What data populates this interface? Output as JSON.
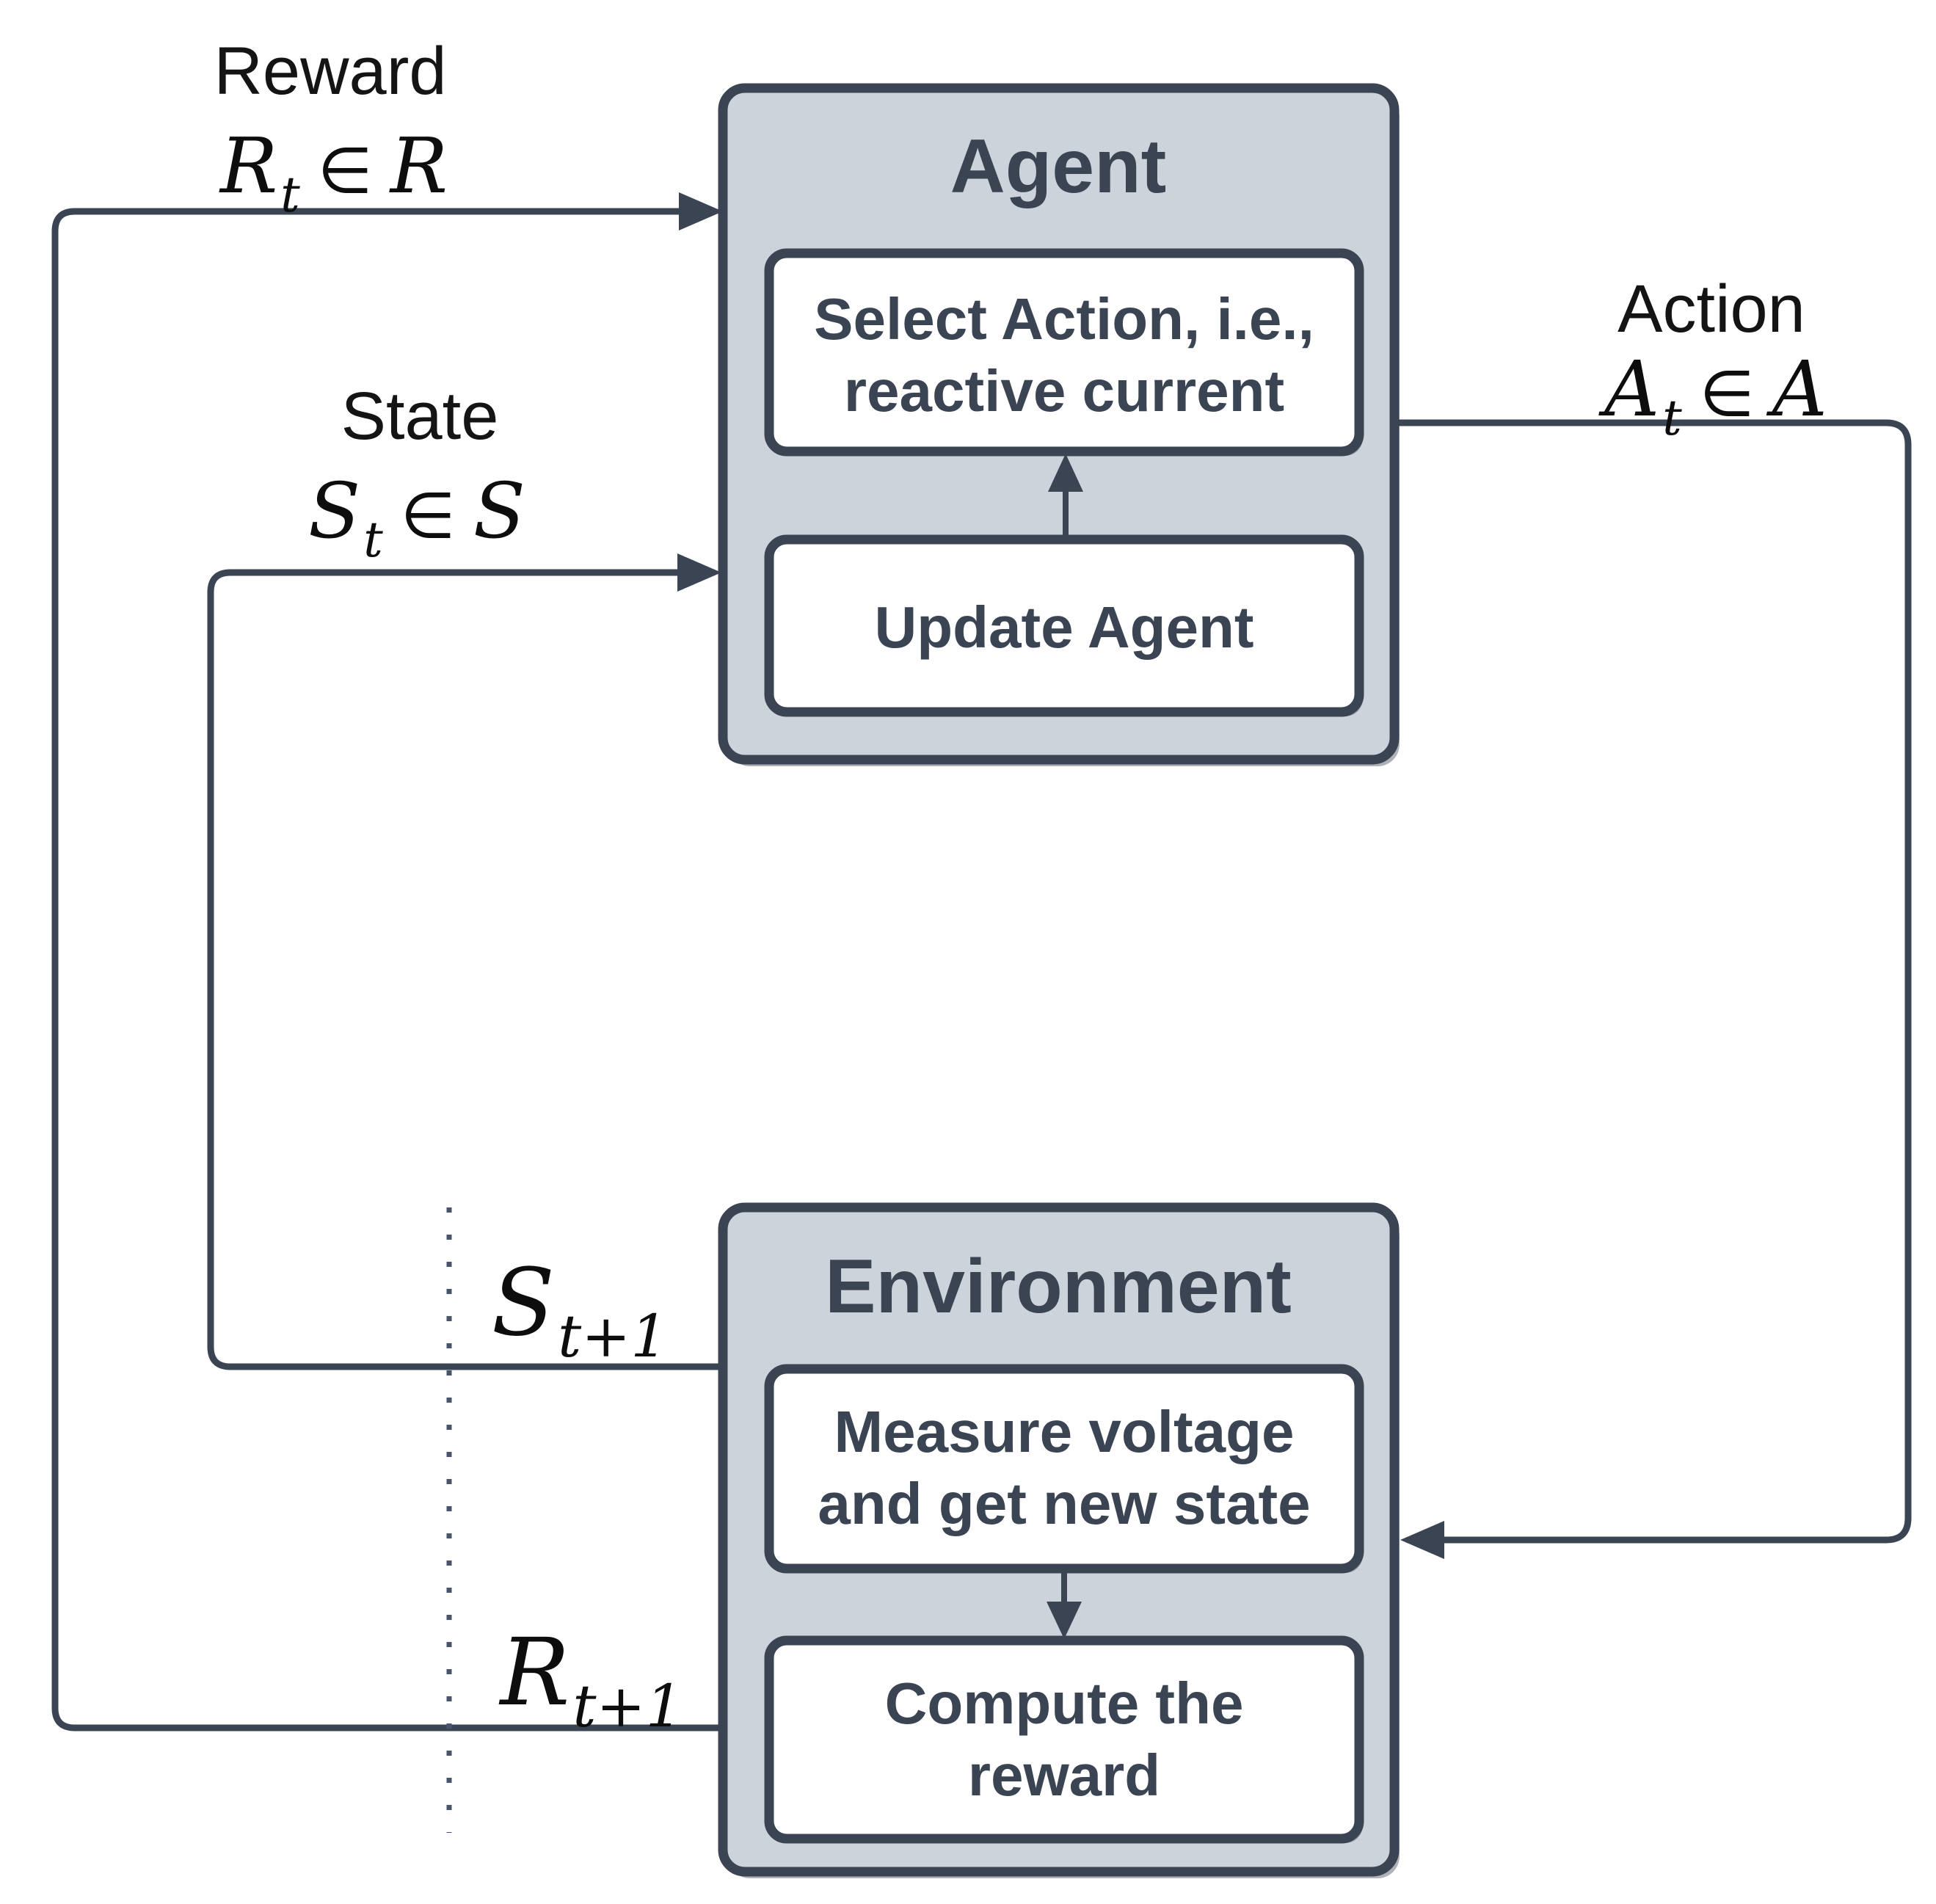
{
  "diagram": {
    "agent": {
      "title": "Agent",
      "select_action_line1": "Select Action, i.e.,",
      "select_action_line2": "reactive current",
      "update_agent": "Update Agent"
    },
    "environment": {
      "title": "Environment",
      "measure_line1": "Measure voltage",
      "measure_line2": "and get new state",
      "compute_line1": "Compute the",
      "compute_line2": "reward"
    },
    "labels": {
      "reward": {
        "name": "Reward",
        "var": "R",
        "sub": "t",
        "element_of": "∈",
        "set": "R"
      },
      "state": {
        "name": "State",
        "var": "S",
        "sub": "t",
        "element_of": "∈",
        "set": "S"
      },
      "action": {
        "name": "Action",
        "var": "A",
        "sub": "t",
        "element_of": "∈",
        "set": "A"
      },
      "next_state": {
        "var": "S",
        "sub": "t+1"
      },
      "next_reward": {
        "var": "R",
        "sub": "t+1"
      }
    },
    "colors": {
      "box_fill": "#ccd3db",
      "stroke": "#3a4453",
      "inner_fill": "#ffffff",
      "box_text": "#3a4453",
      "label_text": "#0d0d0d"
    }
  }
}
